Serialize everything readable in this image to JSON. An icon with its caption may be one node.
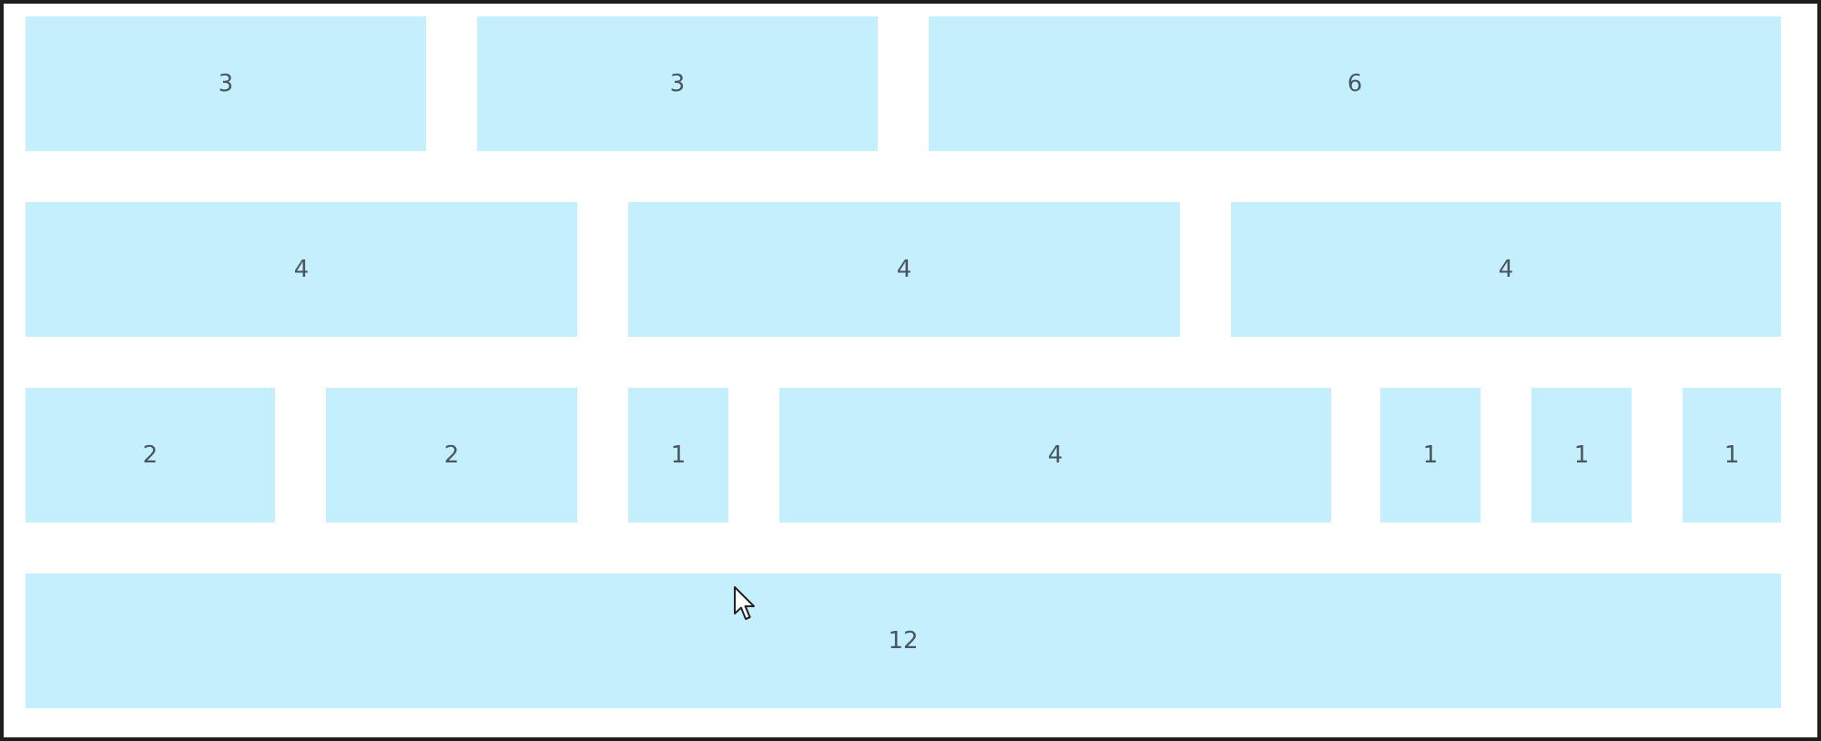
{
  "diagram": {
    "nodes": [
      {
        "text": [
          "3"
        ]
      },
      {
        "text": [
          "3"
        ]
      },
      {
        "text": [
          "6"
        ]
      },
      {
        "text": [
          "4"
        ]
      },
      {
        "text": [
          "4"
        ]
      },
      {
        "text": [
          "4"
        ]
      },
      {
        "text": [
          "2"
        ]
      },
      {
        "text": [
          "2"
        ]
      },
      {
        "text": [
          "1"
        ]
      },
      {
        "text": [
          "4"
        ]
      },
      {
        "text": [
          "1"
        ]
      },
      {
        "text": [
          "1"
        ]
      },
      {
        "text": [
          "1"
        ]
      },
      {
        "text": [
          "12"
        ]
      }
    ]
  }
}
